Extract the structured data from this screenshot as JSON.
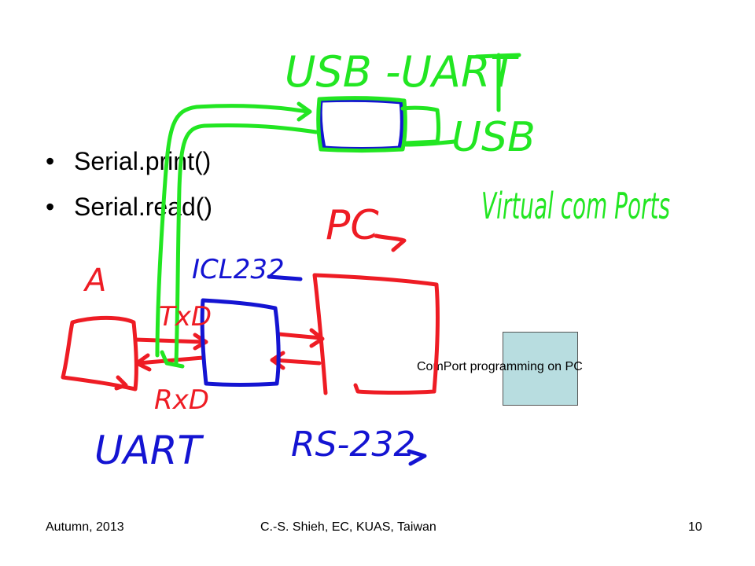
{
  "bullets": [
    {
      "marker": "•",
      "text": "Serial.print()"
    },
    {
      "marker": "•",
      "text": "Serial.read()"
    }
  ],
  "handwritten_annotations": {
    "usb_uart": "USB -UART",
    "usb": "USB",
    "virtual_com_ports": "Virtual com Ports",
    "pc": "PC",
    "icl232": "ICL232",
    "a": "A",
    "txd": "TxD",
    "rxd": "RxD",
    "uart": "UART",
    "rs232": "RS-232"
  },
  "caption": "ComPort programming on PC",
  "footer": {
    "left": "Autumn, 2013",
    "center": "C.-S. Shieh, EC, KUAS, Taiwan",
    "right": "10"
  },
  "colors": {
    "red_ink": "#ee1c24",
    "green_ink": "#22e622",
    "blue_ink": "#1414d2",
    "box_fill": "#b8dde0"
  }
}
